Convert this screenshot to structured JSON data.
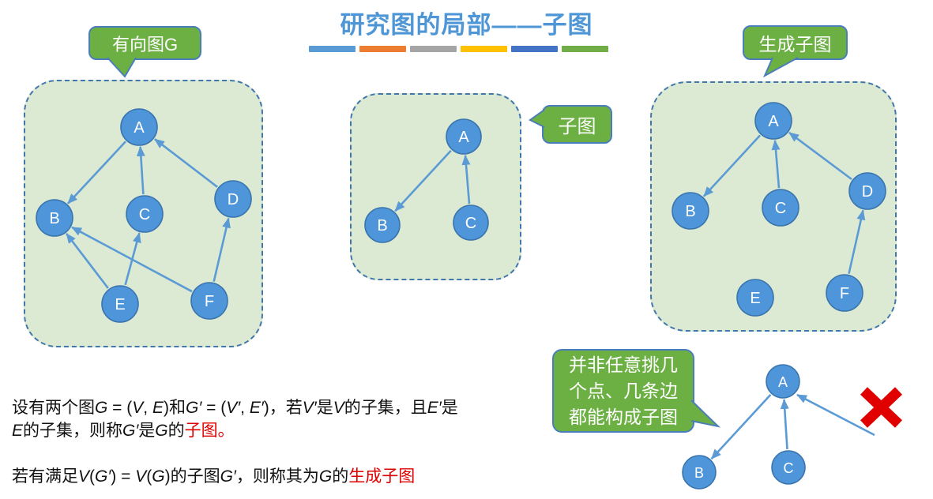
{
  "title": "研究图的局部——子图",
  "colors": {
    "title_blue": "#4E96D6",
    "node_fill": "#4E95D9",
    "node_stroke": "#3A75AE",
    "edge_blue": "#5B9BD5",
    "panel_fill": "#DDEAD3",
    "panel_border": "#4077AD",
    "callout_fill": "#6CB043",
    "callout_border": "#4A7EBB",
    "text_red": "#E00000",
    "cross_red": "#E00000",
    "divider_colors": [
      "#5B9BD5",
      "#ED7D31",
      "#A5A5A5",
      "#FFC000",
      "#4472C4",
      "#70AD47"
    ]
  },
  "callouts": {
    "directed_graph": {
      "label": "有向图G"
    },
    "subgraph": {
      "label": "子图"
    },
    "spanning_subgraph": {
      "label": "生成子图"
    },
    "warning": {
      "lines": [
        "并非任意挑几",
        "个点、几条边",
        "都能构成子图"
      ]
    }
  },
  "graphs": {
    "main": {
      "nodes": [
        "A",
        "B",
        "C",
        "D",
        "E",
        "F"
      ],
      "edges": [
        {
          "from": "A",
          "to": "B"
        },
        {
          "from": "C",
          "to": "A"
        },
        {
          "from": "D",
          "to": "A"
        },
        {
          "from": "E",
          "to": "B"
        },
        {
          "from": "E",
          "to": "C"
        },
        {
          "from": "F",
          "to": "B"
        },
        {
          "from": "F",
          "to": "D"
        }
      ]
    },
    "sub": {
      "nodes": [
        "A",
        "B",
        "C"
      ],
      "edges": [
        {
          "from": "A",
          "to": "B"
        },
        {
          "from": "C",
          "to": "A"
        }
      ]
    },
    "spanning": {
      "nodes": [
        "A",
        "B",
        "C",
        "D",
        "E",
        "F"
      ],
      "edges": [
        {
          "from": "A",
          "to": "B"
        },
        {
          "from": "C",
          "to": "A"
        },
        {
          "from": "D",
          "to": "A"
        },
        {
          "from": "F",
          "to": "D"
        }
      ]
    },
    "invalid": {
      "nodes": [
        "A",
        "B",
        "C"
      ],
      "edges": [
        {
          "from": "A",
          "to": "B"
        },
        {
          "from": "C",
          "to": "A"
        }
      ],
      "has_dangling_edge": true
    }
  },
  "definition": {
    "p1_lines": [
      [
        {
          "t": "设有两个图"
        },
        {
          "t": "G",
          "i": true
        },
        {
          "t": " = ("
        },
        {
          "t": "V",
          "i": true
        },
        {
          "t": ", "
        },
        {
          "t": "E",
          "i": true
        },
        {
          "t": ")和"
        },
        {
          "t": "G′",
          "i": true
        },
        {
          "t": " = ("
        },
        {
          "t": "V′",
          "i": true
        },
        {
          "t": ", "
        },
        {
          "t": "E′",
          "i": true
        },
        {
          "t": ")，若"
        },
        {
          "t": "V′",
          "i": true
        },
        {
          "t": "是"
        },
        {
          "t": "V",
          "i": true
        },
        {
          "t": "的子集，且"
        },
        {
          "t": "E′",
          "i": true
        },
        {
          "t": "是"
        }
      ],
      [
        {
          "t": "E",
          "i": true
        },
        {
          "t": "的子集，则称"
        },
        {
          "t": "G′",
          "i": true
        },
        {
          "t": "是"
        },
        {
          "t": "G",
          "i": true
        },
        {
          "t": "的"
        },
        {
          "t": "子图。",
          "red": true
        }
      ]
    ],
    "p2": [
      {
        "t": "若有满足"
      },
      {
        "t": "V",
        "i": true
      },
      {
        "t": "("
      },
      {
        "t": "G′",
        "i": true
      },
      {
        "t": ") = "
      },
      {
        "t": "V",
        "i": true
      },
      {
        "t": "("
      },
      {
        "t": "G",
        "i": true
      },
      {
        "t": ")的子图"
      },
      {
        "t": "G′",
        "i": true
      },
      {
        "t": "，则称其为"
      },
      {
        "t": "G",
        "i": true
      },
      {
        "t": "的"
      },
      {
        "t": "生成子图",
        "red": true
      }
    ]
  }
}
